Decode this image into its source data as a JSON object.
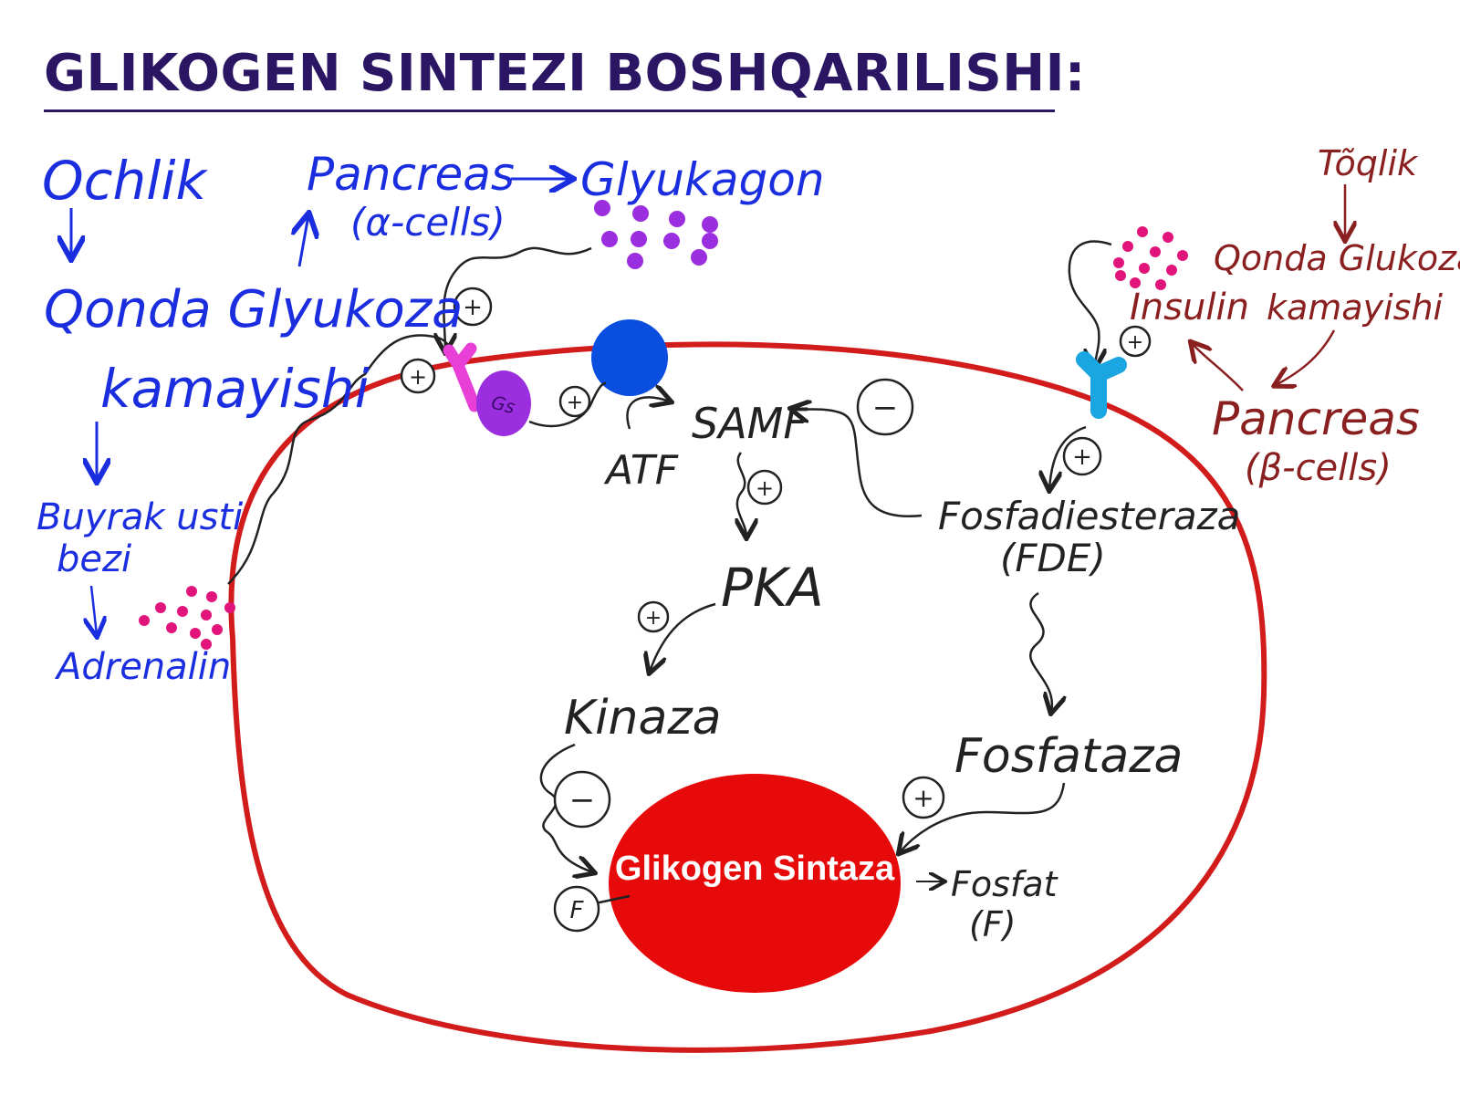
{
  "title": "GLIKOGEN SINTEZI BOSHQARILISHI:",
  "left": {
    "ochlik": "Ochlik",
    "qonda_line1": "Qonda Glyukoza",
    "qonda_line2": "kamayishi",
    "buyrak_line1": "Buyrak usti",
    "buyrak_line2": "bezi",
    "adrenalin": "Adrenalin"
  },
  "top": {
    "pancreas": "Pancreas",
    "alpha_cells": "(α-cells)",
    "glyukagon": "Glyukagon"
  },
  "right": {
    "toqlik": "Tõqlik",
    "qonda": "Qonda Glukoza",
    "insulin": "Insulin",
    "kamayishi": "kamayishi",
    "pancreas": "Pancreas",
    "beta_cells": "(β-cells)"
  },
  "cell": {
    "gs_label": "Gs",
    "atf": "ATF",
    "samf": "SAMF",
    "pka": "PKA",
    "kinaza": "Kinaza",
    "fosfodiesteraza": "Fosfadiesteraza",
    "fde": "(FDE)",
    "fosfataza": "Fosfataza",
    "glikogen_sintaza": "Glikogen Sintaza",
    "fosfat": "Fosfat",
    "fosfat_f": "(F)",
    "f_circle": "F"
  },
  "signs": {
    "plus": "+",
    "minus": "−"
  },
  "colors": {
    "title": "#2a1663",
    "left_text": "#1a2ee0",
    "right_text": "#8a1f1f",
    "cell_membrane": "#d21c1c",
    "glycogen_synthase": "#e60a0a",
    "receptor_left": "#e83fd6",
    "gs_protein": "#9b2fe0",
    "adenylate_cyclase": "#0a4ee0",
    "receptor_right": "#1aa6e0",
    "hormone_purple": "#9b2fe0",
    "hormone_pink": "#e0147a"
  }
}
